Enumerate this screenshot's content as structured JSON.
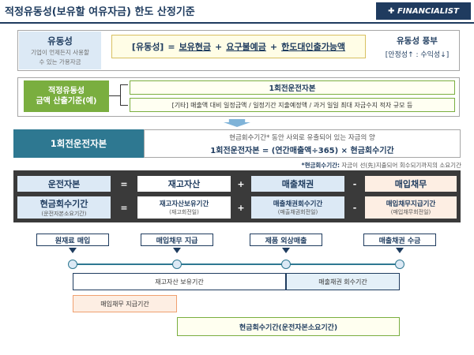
{
  "title": "적정유동성(보유할 여유자금) 한도 산정기준",
  "logo": "✚ FINANCIALIST",
  "liquidity": {
    "title": "유동성",
    "desc_line1": "기업이 언제든지 사용할",
    "desc_line2": "수 있는 가용자금",
    "formula_lhs": "[유동성]",
    "eq": "=",
    "items": [
      "보유현금",
      "요구불예금",
      "한도대인출가능액"
    ],
    "plus": "+",
    "rich_title": "유동성 풍부",
    "rich_desc": "[안정성↑ : 수익성↓]"
  },
  "criteria": {
    "label_line1": "적정유동성",
    "label_line2": "금액 산출기준(예)",
    "option1": "1회전운전자본",
    "option2": "[기타] 매출액 대비 일정금액 / 일정기간 지출예정액 / 과거 일일 최대 자금수지 적자 규모 등"
  },
  "turnover": {
    "label": "1회전운전자본",
    "desc": "현금회수기간* 동안 사외로 유출되어 있는 자금의 양",
    "formula": "1회전운전자본 = (연간매출액÷365) × 현금회수기간",
    "note_label": "*현금회수기간:",
    "note_text": " 자금이 선(先)지출되어 회수되기까지의 소요기간"
  },
  "equations": {
    "row1": [
      "운전자본",
      "재고자산",
      "매출채권",
      "매입채무"
    ],
    "row2": [
      "현금회수기간",
      "재고자산보유기간",
      "매출채권회수기간",
      "매입채무지급기간"
    ],
    "row2_sub": [
      "(운전자본소요기간)",
      "(재고회전일)",
      "(매출채권회전일)",
      "(매입채무회전일)"
    ],
    "ops": [
      "=",
      "+",
      "-"
    ]
  },
  "timeline": {
    "events": [
      "원재료 매입",
      "매입채무 지급",
      "제품 외상매출",
      "매출채권 수금"
    ],
    "periods": {
      "inventory": "재고자산 보유기간",
      "receivable": "매출채권 회수기간",
      "payable": "매입채무 지급기간",
      "cash": "현금회수기간(운전자본소요기간)"
    }
  },
  "colors": {
    "navy": "#1f3c5f",
    "teal": "#2e7891",
    "green": "#7aae3f",
    "dark": "#3a3a3a"
  }
}
